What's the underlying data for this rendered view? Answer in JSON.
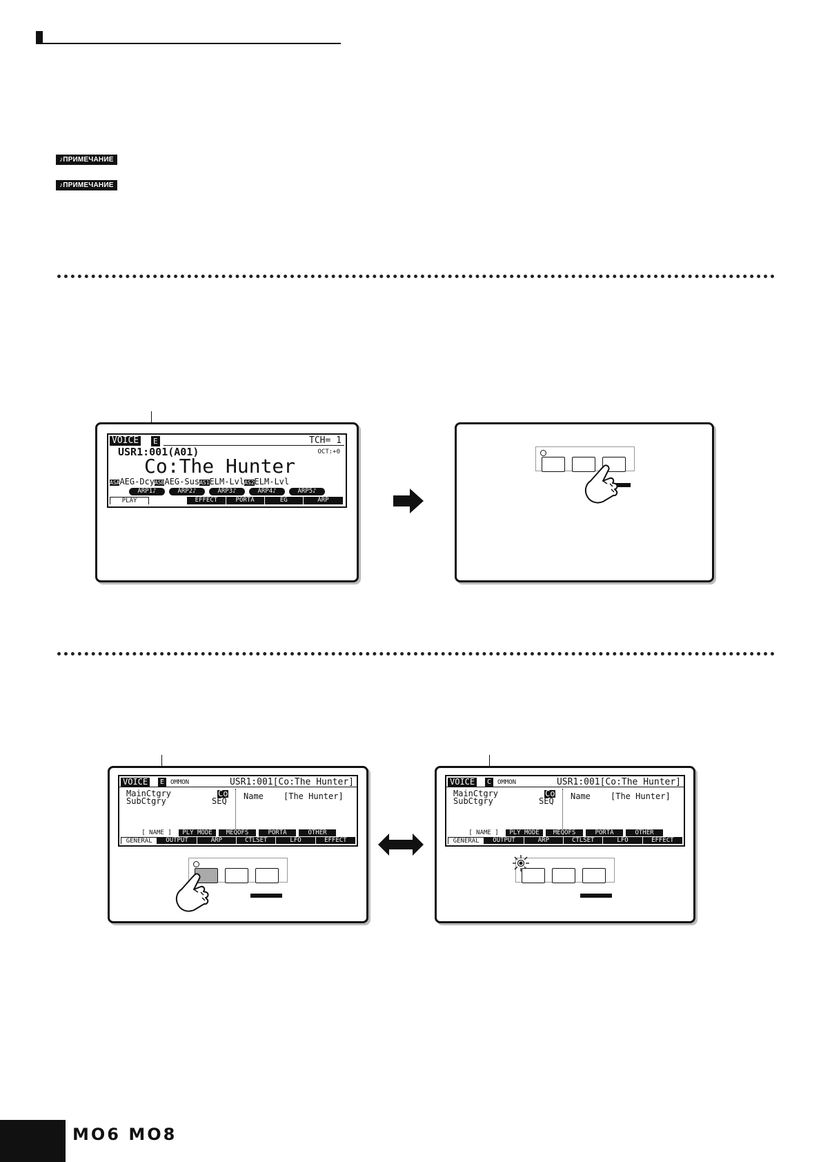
{
  "note_badges": [
    "♪ПРИМЕЧАНИЕ",
    "♪ПРИМЕЧАНИЕ"
  ],
  "voice_play_screen": {
    "mode": "VOICE",
    "indicator": "E",
    "tch": "TCH= 1",
    "program": "USR1:001(A01)",
    "octave": "OCT:+0",
    "voice_name": "Co:The Hunter",
    "assign_labels": [
      "ASA",
      "ASB",
      "AS1",
      "AS2"
    ],
    "assign_values": [
      "AEG-Dcy",
      "AEG-Sus",
      "ELM-Lvl",
      "ELM-Lvl"
    ],
    "arp_buttons": [
      "ARP1♪",
      "ARP2♪",
      "ARP3♪",
      "ARP4♪",
      "ARP5♪"
    ],
    "tabs": [
      "PLAY",
      "",
      "EFFECT",
      "PORTA",
      "EG",
      "ARP"
    ]
  },
  "voice_edit_screen": {
    "mode": "VOICE",
    "indicators": [
      "E",
      "C"
    ],
    "section": "OMMON",
    "program": "USR1:001[Co:The Hunter]",
    "main_ctgry_label": "MainCtgry",
    "main_ctgry_value": "Co",
    "sub_ctgry_label": "SubCtgry",
    "sub_ctgry_value": "SEQ",
    "name_label": "Name",
    "name_value": "[The Hunter]",
    "subtabs": [
      "[ NAME ]",
      "PLY MODE",
      "MEQOFS",
      "PORTA",
      "OTHER"
    ],
    "tabs": [
      "GENERAL",
      "OUTPUT",
      "ARP",
      "CTLSET",
      "LFO",
      "EFFECT"
    ]
  },
  "footer": {
    "logo": "MO6 MO8"
  }
}
